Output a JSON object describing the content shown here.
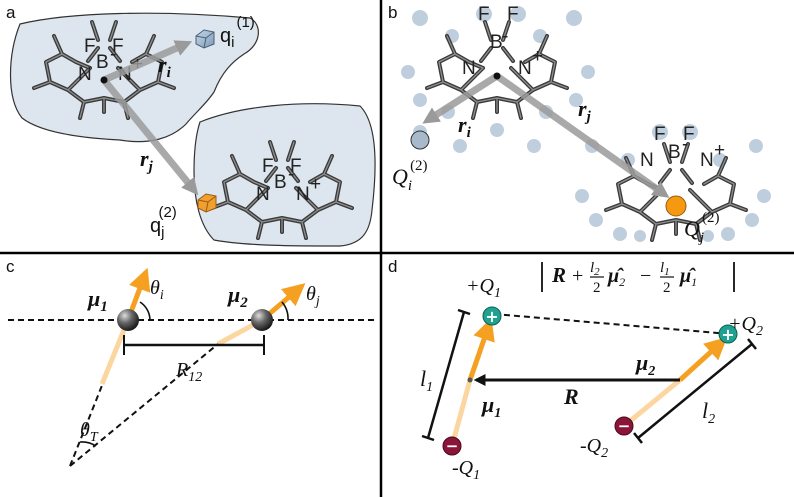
{
  "panels": {
    "a": {
      "label": "a",
      "atoms": {
        "f1": "F",
        "f2": "F",
        "b": "B",
        "bcharge": "-",
        "n1": "N",
        "n2": "N",
        "nplus": "+"
      },
      "q1": {
        "base": "q",
        "sub": "i",
        "sup": "(1)"
      },
      "q2": {
        "base": "q",
        "sub": "j",
        "sup": "(2)"
      },
      "ri": {
        "base": "r",
        "sub": "i"
      },
      "rj": {
        "base": "r",
        "sub": "j"
      }
    },
    "b": {
      "label": "b",
      "atoms": {
        "f1": "F",
        "f2": "F",
        "b": "B",
        "bcharge": "-",
        "n1": "N",
        "n2": "N",
        "nplus": "+"
      },
      "Qi": {
        "base": "Q",
        "sub": "i",
        "sup": "(2)"
      },
      "Qj": {
        "base": "Q",
        "sub": "j",
        "sup": "(2)"
      },
      "ri": {
        "base": "r",
        "sub": "i"
      },
      "rj": {
        "base": "r",
        "sub": "j"
      }
    },
    "c": {
      "label": "c",
      "mu1": {
        "base": "μ",
        "sub": "1"
      },
      "mu2": {
        "base": "μ",
        "sub": "2"
      },
      "thi": {
        "base": "θ",
        "sub": "i"
      },
      "thj": {
        "base": "θ",
        "sub": "j"
      },
      "R12": {
        "base": "R",
        "sub": "12"
      },
      "thT": {
        "base": "θ",
        "sub": "T"
      }
    },
    "d": {
      "label": "d",
      "formula": {
        "R": "R",
        "plus": "+",
        "minus": "−",
        "l2": "l",
        "l2sub": "2",
        "l1": "l",
        "l1sub": "1",
        "two": "2",
        "mu2": "μ̂",
        "mu2sub": "2",
        "mu1": "μ̂",
        "mu1sub": "1"
      },
      "plusQ1": {
        "base": "+Q",
        "sub": "1"
      },
      "plusQ2": {
        "base": "+Q",
        "sub": "2"
      },
      "minusQ1": {
        "base": "-Q",
        "sub": "1"
      },
      "minusQ2": {
        "base": "-Q",
        "sub": "2"
      },
      "l1": {
        "base": "l",
        "sub": "1"
      },
      "l2": {
        "base": "l",
        "sub": "2"
      },
      "mu1": {
        "base": "μ",
        "sub": "1"
      },
      "mu2": {
        "base": "μ",
        "sub": "2"
      },
      "R": "R",
      "plusSign": "+",
      "minusSign": "−"
    }
  },
  "colors": {
    "orange": "#f5a020",
    "lightOrange": "#fcd6a0",
    "arrowGray": "#9a9a9a",
    "cloud": "#dde6ee",
    "halo": "#b9c9da",
    "teal": "#1fa390",
    "maroon": "#8a1538",
    "bond": "#3a3a3a"
  }
}
